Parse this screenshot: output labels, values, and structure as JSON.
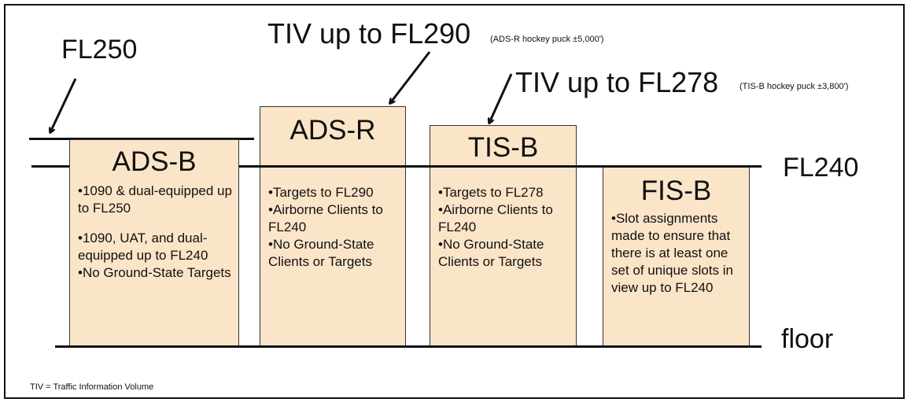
{
  "labels": {
    "fl250": "FL250",
    "fl240": "FL240",
    "floor": "floor",
    "tiv_adsr": "TIV up to FL290",
    "tiv_adsr_note": "(ADS-R hockey puck ±5,000')",
    "tiv_tisb": "TIV up to FL278",
    "tiv_tisb_note": "(TIS-B hockey puck ±3,800')",
    "footnote": "TIV = Traffic Information Volume"
  },
  "boxes": [
    {
      "title": "ADS-B",
      "bullets": [
        "•1090 & dual-equipped up to FL250",
        "•1090, UAT, and dual-equipped up to FL240",
        "•No Ground-State Targets"
      ]
    },
    {
      "title": "ADS-R",
      "bullets": [
        "•Targets to FL290",
        "•Airborne Clients to FL240",
        "•No Ground-State Clients or Targets"
      ]
    },
    {
      "title": "TIS-B",
      "bullets": [
        "•Targets to FL278",
        "•Airborne Clients to FL240",
        "•No Ground-State Clients or Targets"
      ]
    },
    {
      "title": "FIS-B",
      "bullets": [
        "•Slot assignments made to ensure that there is at least one set of unique slots in view up to FL240"
      ]
    }
  ]
}
